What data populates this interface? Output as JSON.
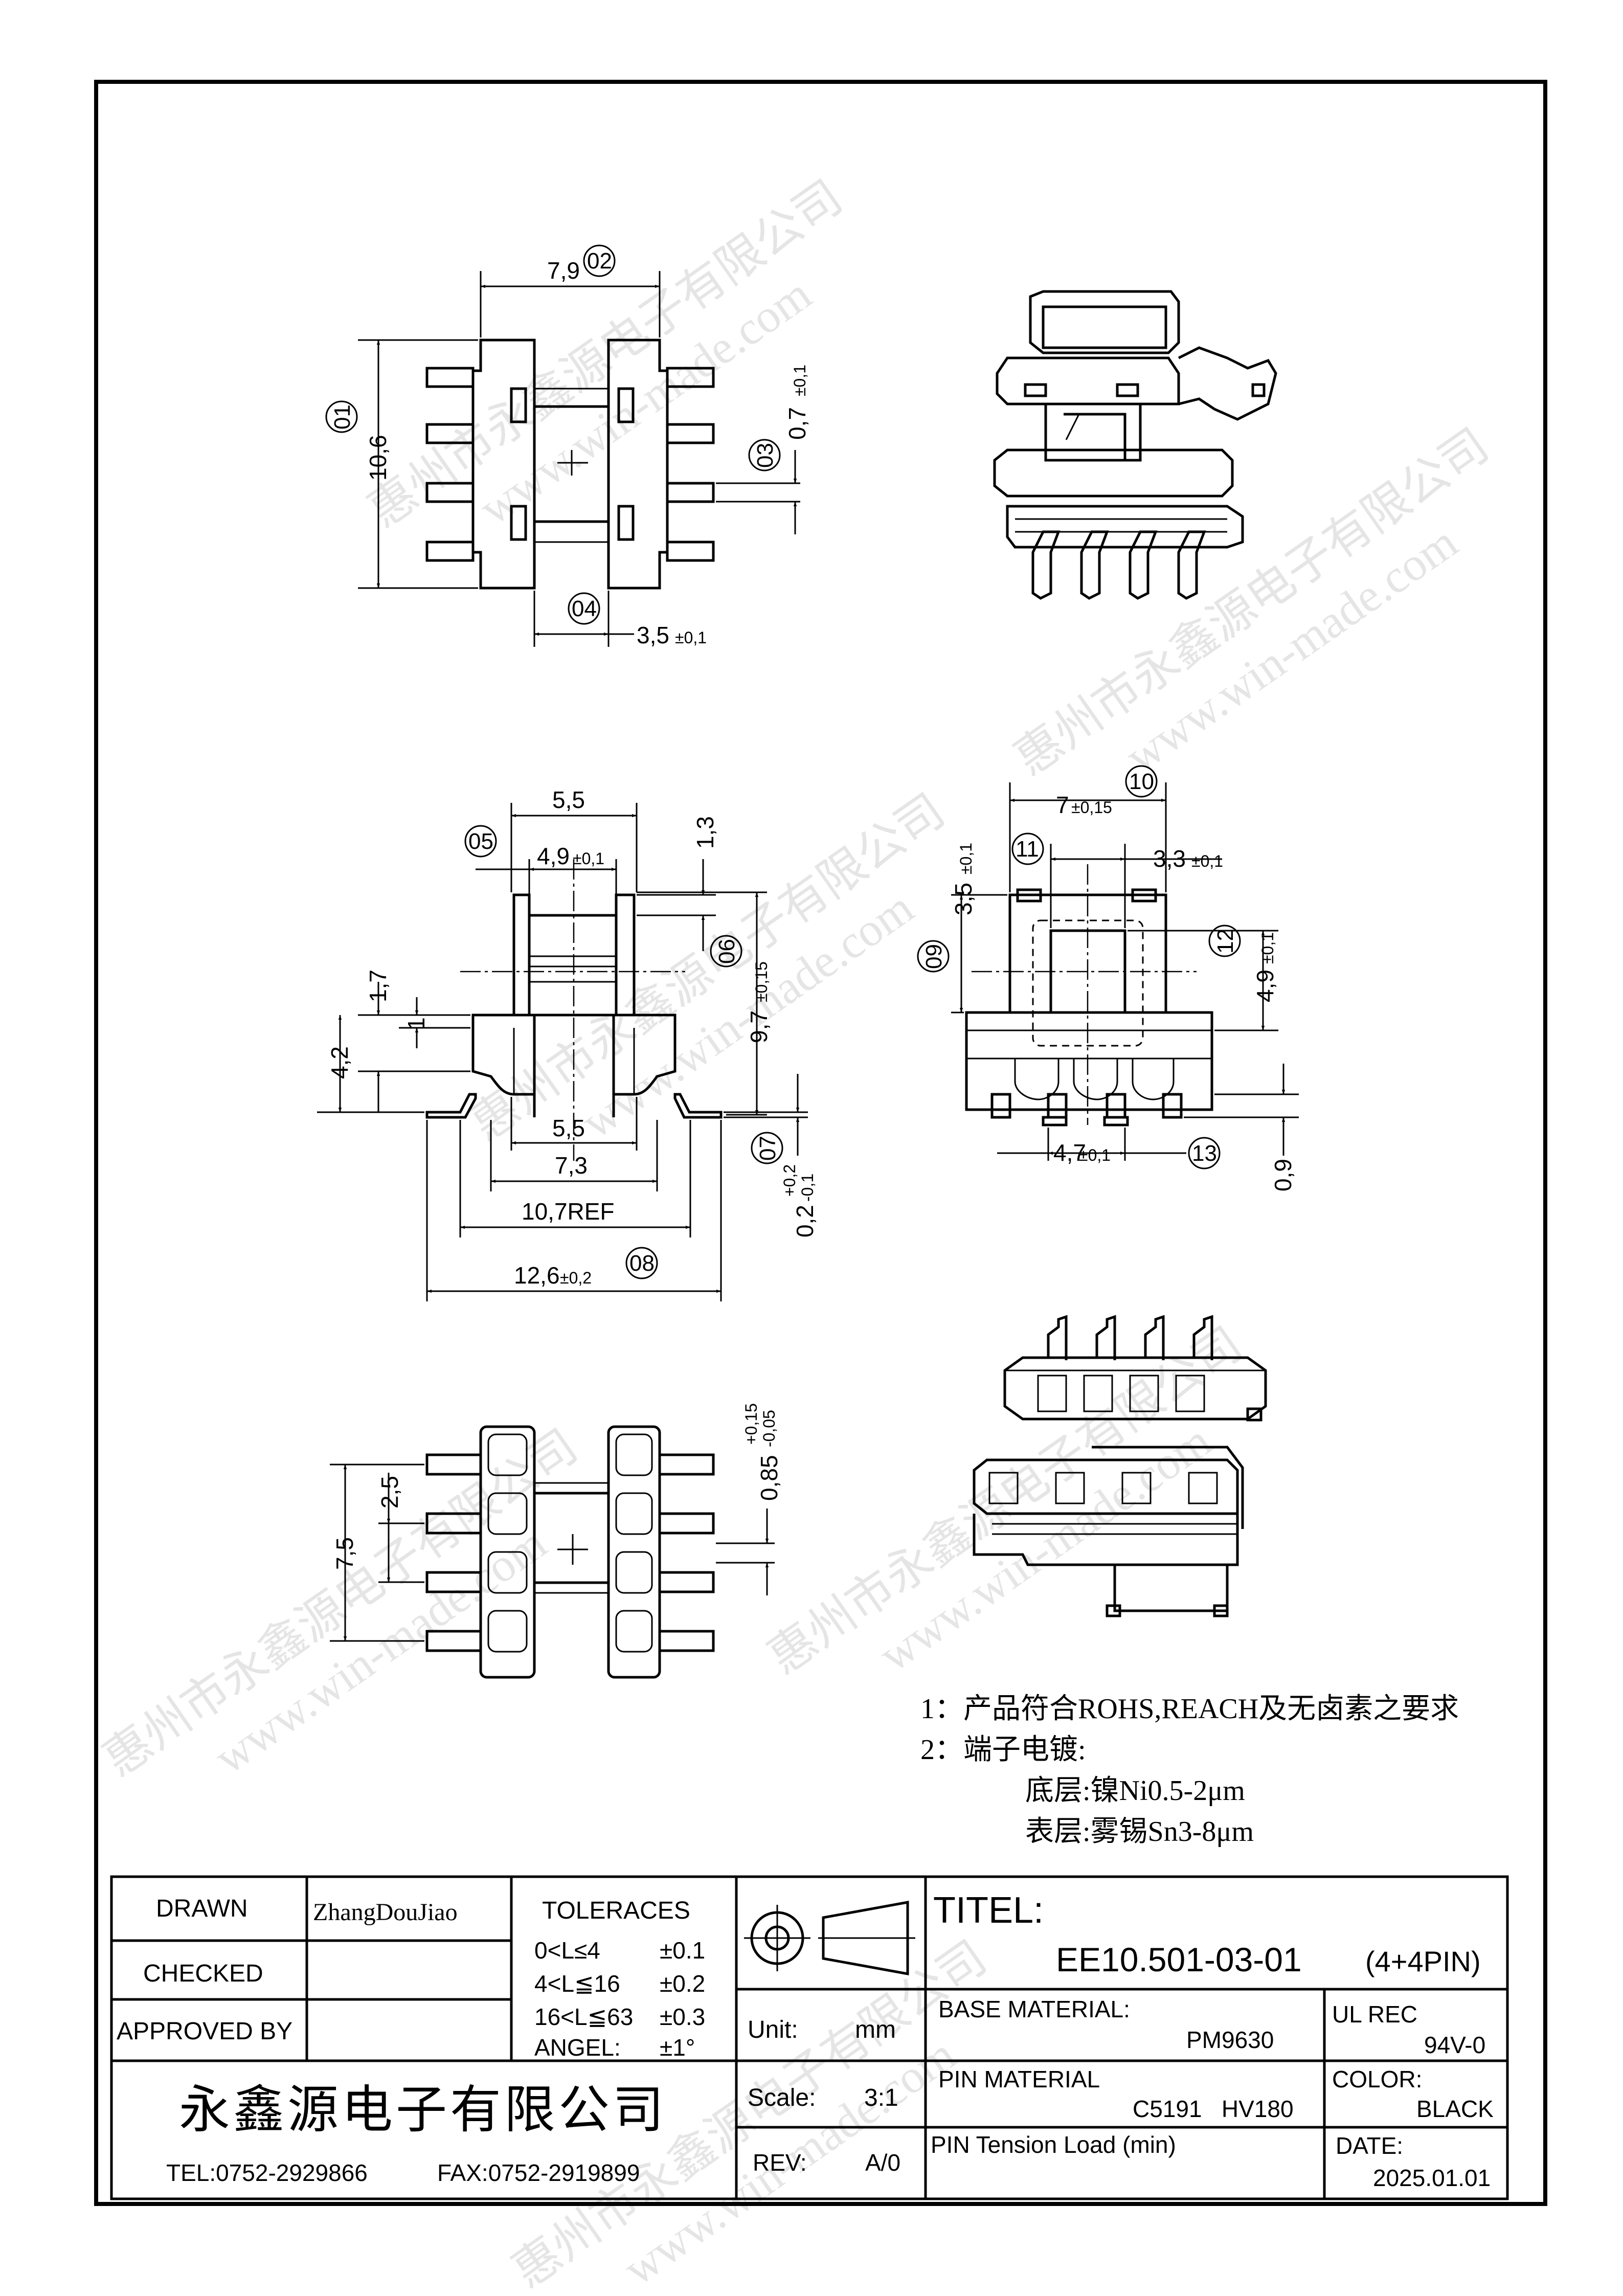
{
  "watermark": {
    "text": "惠州市永鑫源电子有限公司",
    "url": "www.win-made.com"
  },
  "views": {
    "top": {
      "dims": {
        "width": "7,9",
        "height": "10,6",
        "pin_w": "0,7",
        "pin_w_tol": "±0,1",
        "slot": "3,5",
        "slot_tol": "±0,1"
      },
      "balloons": [
        "01",
        "02",
        "03",
        "04"
      ]
    },
    "front": {
      "dims": {
        "top_w": "5,5",
        "flange_w": "4,9",
        "flange_w_tol": "±0,1",
        "flange_t": "1,3",
        "step": "1,7",
        "one": "1",
        "base_h": "4,2",
        "height": "9,7",
        "height_tol": "±0,15",
        "inner_w": "5,5",
        "pin_span": "7,3",
        "ref": "10,7REF",
        "overall": "12,6",
        "overall_tol": "±0,2",
        "pin_t": "0,2",
        "pin_t_tol_up": "+0,2",
        "pin_t_tol_dn": "-0,1"
      },
      "balloons": [
        "05",
        "06",
        "07",
        "08"
      ]
    },
    "side": {
      "dims": {
        "width": "7",
        "width_tol": "±0,15",
        "slot": "3,3",
        "slot_tol": "±0,1",
        "flange_h": "3,5",
        "flange_h_tol": "±0,1",
        "core": "4,9",
        "core_tol": "±0,1",
        "pin_pitch": "4,7",
        "pin_pitch_tol": "±0,1",
        "pin_h": "0,9"
      },
      "balloons": [
        "09",
        "10",
        "11",
        "12",
        "13"
      ]
    },
    "bottom": {
      "dims": {
        "span": "7,5",
        "pitch": "2,5",
        "pin_w": "0,85",
        "pin_w_tol_up": "+0,15",
        "pin_w_tol_dn": "-0,05"
      }
    }
  },
  "notes": {
    "line1": "1：产品符合ROHS,REACH及无卤素之要求",
    "line2": "2：端子电镀:",
    "line3": "底层:镍Ni0.5-2μm",
    "line4": "表层:雾锡Sn3-8μm"
  },
  "title_block": {
    "drawn_label": "DRAWN",
    "drawn_by": "ZhangDouJiao",
    "checked_label": "CHECKED",
    "approved_label": "APPROVED BY",
    "tolerances_label": "TOLERACES",
    "tolerances": [
      {
        "range": "0<L≤4",
        "tol": "±0.1"
      },
      {
        "range": "4<L≦16",
        "tol": "±0.2"
      },
      {
        "range": "16<L≦63",
        "tol": "±0.3"
      },
      {
        "range": "ANGEL:",
        "tol": "±1°"
      }
    ],
    "company": "永鑫源电子有限公司",
    "tel": "TEL:0752-2929866",
    "fax": "FAX:0752-2919899",
    "unit_label": "Unit:",
    "unit_value": "mm",
    "scale_label": "Scale:",
    "scale_value": "3:1",
    "rev_label": "REV:",
    "rev_value": "A/0",
    "title_label": "TITEL:",
    "part_number": "EE10.501-03-01",
    "pin_config": "(4+4PIN)",
    "base_material_label": "BASE MATERIAL:",
    "base_material": "PM9630",
    "ul_label": "UL REC",
    "ul_value": "94V-0",
    "pin_material_label": "PIN MATERIAL",
    "pin_material": "C5191   HV180",
    "color_label": "COLOR:",
    "color_value": "BLACK",
    "tension_label": "PIN Tension Load (min)",
    "date_label": "DATE:",
    "date_value": "2025.01.01"
  }
}
